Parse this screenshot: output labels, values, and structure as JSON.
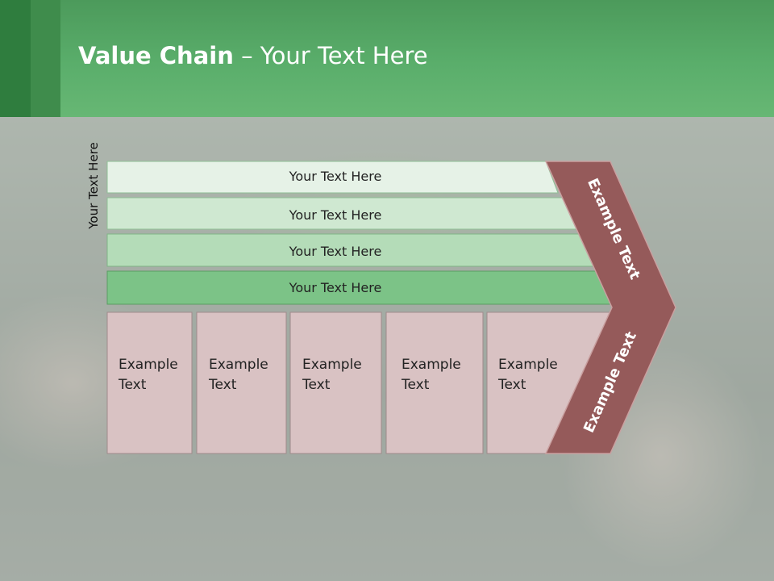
{
  "title": {
    "bold": "Value Chain",
    "rest": " – Your Text Here"
  },
  "side_label": "Your Text Here",
  "bars": [
    "Your Text Here",
    "Your Text Here",
    "Your Text Here",
    "Your Text Here"
  ],
  "columns": [
    {
      "line1": "Example",
      "line2": "Text"
    },
    {
      "line1": "Example",
      "line2": "Text"
    },
    {
      "line1": "Example",
      "line2": "Text"
    },
    {
      "line1": "Example",
      "line2": "Text"
    },
    {
      "line1": "Example",
      "line2": "Text"
    }
  ],
  "chevron": {
    "upper": "Example Text",
    "lower": "Example Text"
  },
  "colors": {
    "header": "#5aae6b",
    "bar_1": "#e6f2e7",
    "bar_2": "#cfe8d1",
    "bar_3": "#b4dcb8",
    "bar_4": "#7cc387",
    "column_fill": "#d9c2c3",
    "chevron": "#955a5a"
  }
}
